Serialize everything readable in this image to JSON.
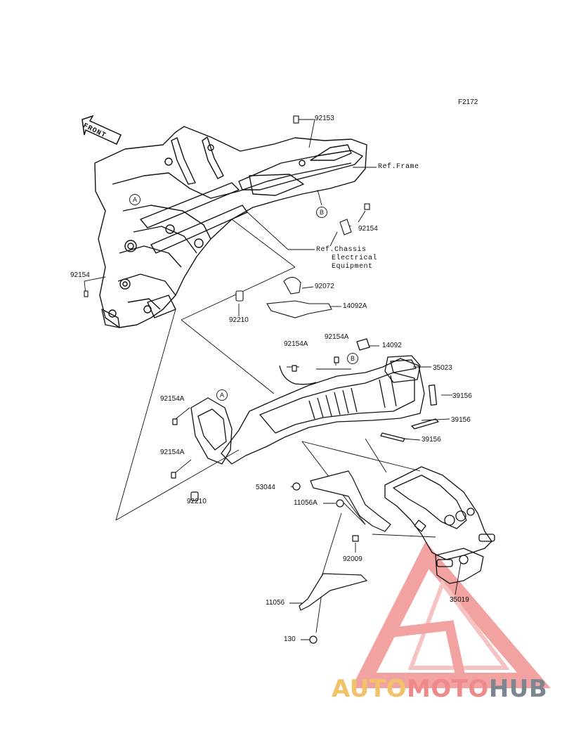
{
  "figure_code": "F2172",
  "direction_label": "FRONT",
  "part_numbers": {
    "p92153": "92153",
    "p92154_right": "92154",
    "p92154_left": "92154",
    "p92072": "92072",
    "p14092A": "14092A",
    "p92210_top": "92210",
    "p92154A_1": "92154A",
    "p92154A_2": "92154A",
    "p14092": "14092",
    "p35023": "35023",
    "p39156_1": "39156",
    "p39156_2": "39156",
    "p39156_3": "39156",
    "p92154A_3": "92154A",
    "p92154A_4": "92154A",
    "p92210_bottom": "92210",
    "p53044": "53044",
    "p11056A": "11056A",
    "p92009": "92009",
    "p35019": "35019",
    "p11056": "11056",
    "p130": "130"
  },
  "references": {
    "frame": "Ref.Frame",
    "chassis_line1": "Ref.Chassis",
    "chassis_line2": "Electrical",
    "chassis_line3": "Equipment"
  },
  "callouts": {
    "a_upper": "A",
    "b_upper": "B",
    "a_lower": "A",
    "b_lower": "B"
  },
  "watermark": {
    "part1": "AUTO",
    "part2": "MOTO",
    "part3": "HUB",
    "colors": {
      "yellow": "#f0c36a",
      "red": "#ee8a8a",
      "gray": "#7d8591"
    }
  },
  "icons": [
    "front-arrow-icon",
    "automotohub-logo-icon"
  ]
}
